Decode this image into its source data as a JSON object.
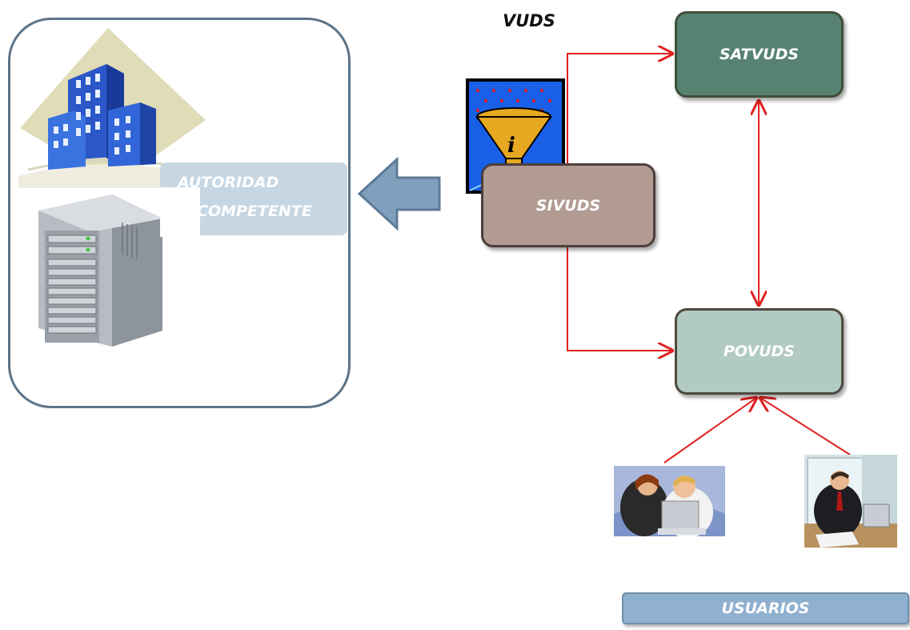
{
  "diagram": {
    "title": "VUDS",
    "nodes": {
      "satvuds": "SATVUDS",
      "sivuds": "SIVUDS",
      "povuds": "POVUDS"
    },
    "authority_label_line1": "AUTORIDAD",
    "authority_label_line2": "COMPETENTE",
    "users_label": "USUARIOS"
  },
  "colors": {
    "connector": "#e0201f",
    "satvuds_fill": "#578272",
    "sivuds_fill": "#b19b93",
    "povuds_fill": "#b1cac2",
    "arrow_fill": "#7f9fbd",
    "panel_border": "#5e7486"
  },
  "icons": [
    "buildings-icon",
    "server-tower-icon",
    "info-funnel-icon",
    "left-arrow-icon",
    "users-laptop-icon",
    "businessman-laptop-icon"
  ]
}
